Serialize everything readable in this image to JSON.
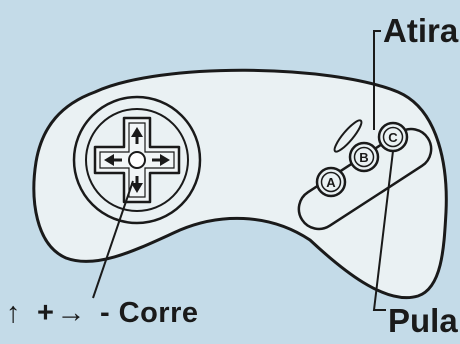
{
  "colors": {
    "background": "#c4dbe8",
    "controller_fill": "#eaf1f3",
    "ink": "#1a1a1a"
  },
  "labels": {
    "fire": "Atira",
    "jump": "Pula",
    "run_arrow_up": "↑",
    "run_plus": "+",
    "run_arrow_right": "→",
    "run_text": "- Corre"
  },
  "buttons": {
    "a": "A",
    "b": "B",
    "c": "C"
  },
  "icons": [
    "dpad-up-arrow-icon",
    "dpad-down-arrow-icon",
    "dpad-left-arrow-icon",
    "dpad-right-arrow-icon"
  ]
}
